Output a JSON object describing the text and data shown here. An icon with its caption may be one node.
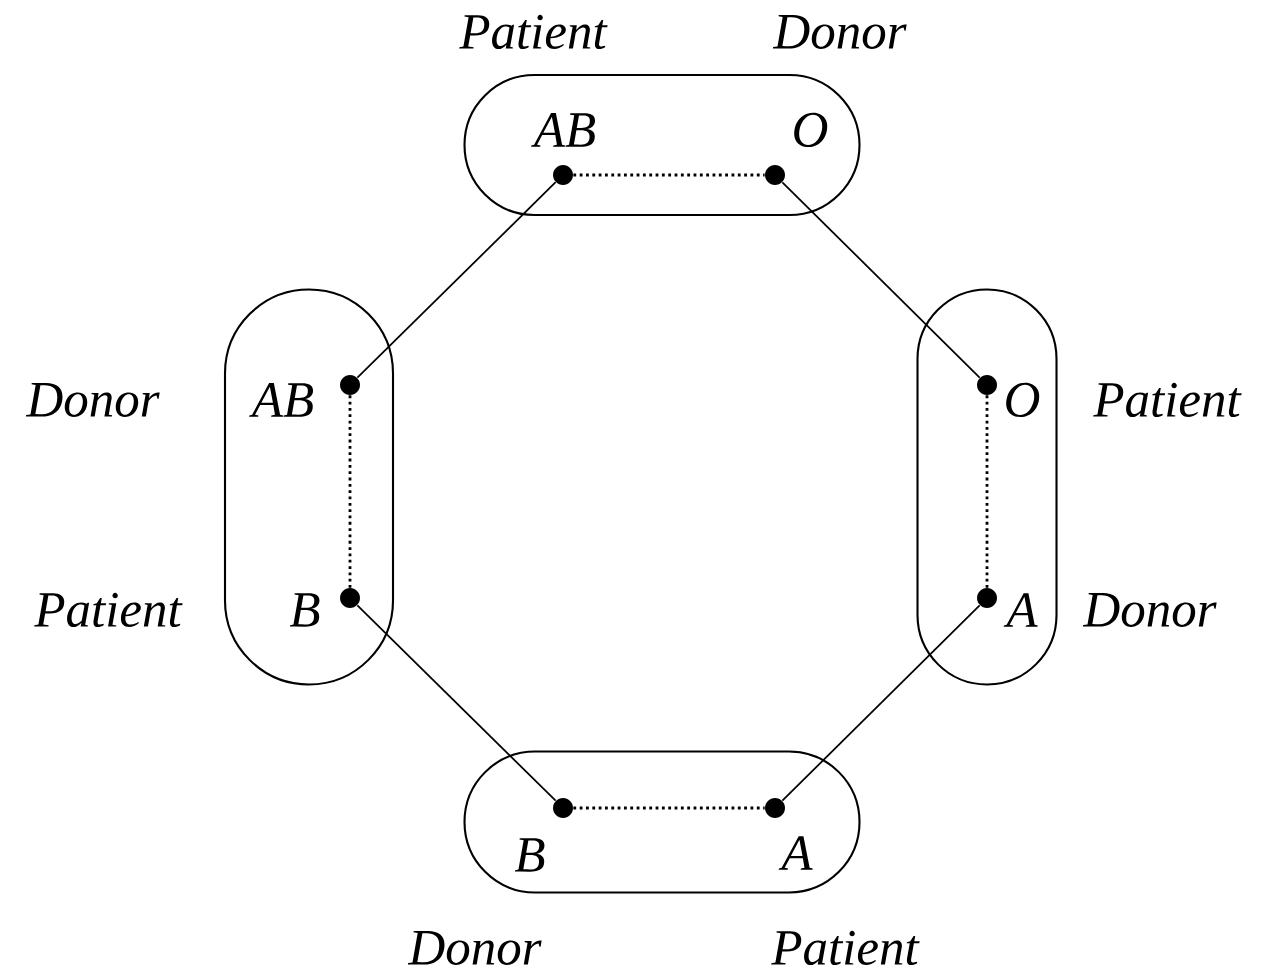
{
  "diagram": {
    "nodes": [
      {
        "text": [],
        "shape": "box"
      },
      {
        "text": [],
        "shape": "circle",
        "in": 0,
        "beside": [
          "AB",
          "Patient"
        ]
      },
      {
        "text": [],
        "shape": "circle",
        "in": 0,
        "beside": [
          "O",
          "Donor"
        ]
      },
      {
        "text": [],
        "shape": "box"
      },
      {
        "text": [],
        "shape": "circle",
        "in": 3,
        "beside": [
          "AB",
          "Donor"
        ]
      },
      {
        "text": [],
        "shape": "circle",
        "in": 3,
        "beside": [
          "B",
          "Patient"
        ]
      },
      {
        "text": [],
        "shape": "box"
      },
      {
        "text": [],
        "shape": "circle",
        "in": 6,
        "beside": [
          "O",
          "Patient"
        ]
      },
      {
        "text": [],
        "shape": "circle",
        "in": 6,
        "beside": [
          "A",
          "Donor"
        ]
      },
      {
        "text": [],
        "shape": "box"
      },
      {
        "text": [],
        "shape": "circle",
        "in": 9,
        "beside": [
          "B",
          "Donor"
        ]
      },
      {
        "text": [],
        "shape": "circle",
        "in": 9,
        "beside": [
          "A",
          "Patient"
        ]
      }
    ],
    "edges": [
      {
        "from": 1,
        "to": 2,
        "arrow": "none",
        "style": "dashed"
      },
      {
        "from": 4,
        "to": 5,
        "arrow": "none",
        "style": "dashed"
      },
      {
        "from": 7,
        "to": 8,
        "arrow": "none",
        "style": "dashed"
      },
      {
        "from": 10,
        "to": 11,
        "arrow": "none",
        "style": "dashed"
      },
      {
        "from": 1,
        "to": 4,
        "arrow": "none"
      },
      {
        "from": 2,
        "to": 7,
        "arrow": "none"
      },
      {
        "from": 8,
        "to": 11,
        "arrow": "none"
      },
      {
        "from": 10,
        "to": 5,
        "arrow": "none"
      }
    ]
  }
}
